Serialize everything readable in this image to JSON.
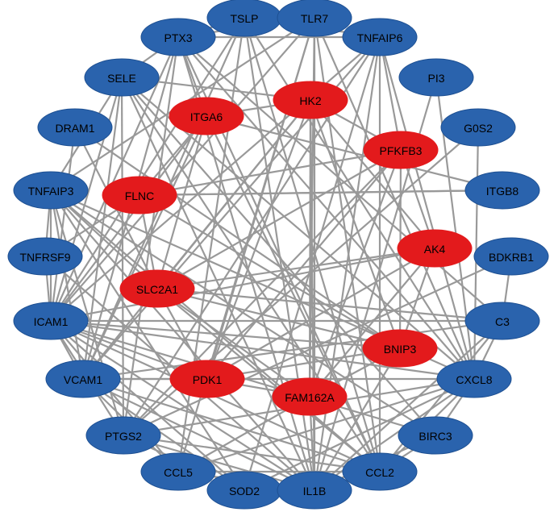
{
  "colors": {
    "hub": "#e31a1c",
    "gene": "#2a63ad",
    "edge": "#999999",
    "border_gene": "#1d4f91"
  },
  "nodes": [
    {
      "id": "TSLP",
      "group": "gene"
    },
    {
      "id": "TLR7",
      "group": "gene"
    },
    {
      "id": "PTX3",
      "group": "gene"
    },
    {
      "id": "TNFAIP6",
      "group": "gene"
    },
    {
      "id": "SELE",
      "group": "gene"
    },
    {
      "id": "PI3",
      "group": "gene"
    },
    {
      "id": "DRAM1",
      "group": "gene"
    },
    {
      "id": "G0S2",
      "group": "gene"
    },
    {
      "id": "TNFAIP3",
      "group": "gene"
    },
    {
      "id": "ITGB8",
      "group": "gene"
    },
    {
      "id": "TNFRSF9",
      "group": "gene"
    },
    {
      "id": "BDKRB1",
      "group": "gene"
    },
    {
      "id": "ICAM1",
      "group": "gene"
    },
    {
      "id": "C3",
      "group": "gene"
    },
    {
      "id": "VCAM1",
      "group": "gene"
    },
    {
      "id": "CXCL8",
      "group": "gene"
    },
    {
      "id": "PTGS2",
      "group": "gene"
    },
    {
      "id": "BIRC3",
      "group": "gene"
    },
    {
      "id": "CCL5",
      "group": "gene"
    },
    {
      "id": "CCL2",
      "group": "gene"
    },
    {
      "id": "SOD2",
      "group": "gene"
    },
    {
      "id": "IL1B",
      "group": "gene"
    },
    {
      "id": "HK2",
      "group": "hub"
    },
    {
      "id": "ITGA6",
      "group": "hub"
    },
    {
      "id": "PFKFB3",
      "group": "hub"
    },
    {
      "id": "FLNC",
      "group": "hub"
    },
    {
      "id": "AK4",
      "group": "hub"
    },
    {
      "id": "SLC2A1",
      "group": "hub"
    },
    {
      "id": "BNIP3",
      "group": "hub"
    },
    {
      "id": "PDK1",
      "group": "hub"
    },
    {
      "id": "FAM162A",
      "group": "hub"
    }
  ],
  "edges": [
    [
      "TSLP",
      "TLR7"
    ],
    [
      "TSLP",
      "PTX3"
    ],
    [
      "TSLP",
      "TNFAIP6"
    ],
    [
      "TSLP",
      "ICAM1"
    ],
    [
      "TSLP",
      "VCAM1"
    ],
    [
      "TSLP",
      "CCL5"
    ],
    [
      "TSLP",
      "CCL2"
    ],
    [
      "TSLP",
      "IL1B"
    ],
    [
      "TSLP",
      "CXCL8"
    ],
    [
      "TLR7",
      "PTX3"
    ],
    [
      "TLR7",
      "ICAM1"
    ],
    [
      "TLR7",
      "CCL5"
    ],
    [
      "TLR7",
      "CCL2"
    ],
    [
      "TLR7",
      "IL1B"
    ],
    [
      "TLR7",
      "CXCL8"
    ],
    [
      "TLR7",
      "TNFAIP3"
    ],
    [
      "PTX3",
      "TNFAIP6"
    ],
    [
      "PTX3",
      "SELE"
    ],
    [
      "PTX3",
      "ICAM1"
    ],
    [
      "PTX3",
      "VCAM1"
    ],
    [
      "PTX3",
      "IL1B"
    ],
    [
      "PTX3",
      "CCL2"
    ],
    [
      "PTX3",
      "CXCL8"
    ],
    [
      "PTX3",
      "PTGS2"
    ],
    [
      "PTX3",
      "C3"
    ],
    [
      "TNFAIP6",
      "ICAM1"
    ],
    [
      "TNFAIP6",
      "IL1B"
    ],
    [
      "TNFAIP6",
      "CCL2"
    ],
    [
      "TNFAIP6",
      "CXCL8"
    ],
    [
      "TNFAIP6",
      "VCAM1"
    ],
    [
      "TNFAIP6",
      "PTGS2"
    ],
    [
      "TNFAIP6",
      "SOD2"
    ],
    [
      "SELE",
      "ICAM1"
    ],
    [
      "SELE",
      "VCAM1"
    ],
    [
      "SELE",
      "CCL2"
    ],
    [
      "SELE",
      "IL1B"
    ],
    [
      "SELE",
      "CXCL8"
    ],
    [
      "SELE",
      "PTGS2"
    ],
    [
      "SELE",
      "TNFAIP3"
    ],
    [
      "SELE",
      "BIRC3"
    ],
    [
      "PI3",
      "CXCL8"
    ],
    [
      "PI3",
      "IL1B"
    ],
    [
      "G0S2",
      "PTGS2"
    ],
    [
      "G0S2",
      "CXCL8"
    ],
    [
      "TNFAIP3",
      "ICAM1"
    ],
    [
      "TNFAIP3",
      "VCAM1"
    ],
    [
      "TNFAIP3",
      "IL1B"
    ],
    [
      "TNFAIP3",
      "CCL2"
    ],
    [
      "TNFAIP3",
      "CXCL8"
    ],
    [
      "TNFAIP3",
      "BIRC3"
    ],
    [
      "TNFAIP3",
      "PTGS2"
    ],
    [
      "TNFAIP3",
      "SOD2"
    ],
    [
      "TNFAIP3",
      "TNFRSF9"
    ],
    [
      "ITGB8",
      "ITGA6"
    ],
    [
      "ITGB8",
      "FLNC"
    ],
    [
      "TNFRSF9",
      "ICAM1"
    ],
    [
      "TNFRSF9",
      "IL1B"
    ],
    [
      "BDKRB1",
      "C3"
    ],
    [
      "BDKRB1",
      "PTGS2"
    ],
    [
      "ICAM1",
      "VCAM1"
    ],
    [
      "ICAM1",
      "IL1B"
    ],
    [
      "ICAM1",
      "CCL2"
    ],
    [
      "ICAM1",
      "CCL5"
    ],
    [
      "ICAM1",
      "CXCL8"
    ],
    [
      "ICAM1",
      "C3"
    ],
    [
      "ICAM1",
      "BIRC3"
    ],
    [
      "ICAM1",
      "SOD2"
    ],
    [
      "ICAM1",
      "PTGS2"
    ],
    [
      "C3",
      "IL1B"
    ],
    [
      "C3",
      "CCL2"
    ],
    [
      "C3",
      "CXCL8"
    ],
    [
      "C3",
      "VCAM1"
    ],
    [
      "VCAM1",
      "IL1B"
    ],
    [
      "VCAM1",
      "CCL2"
    ],
    [
      "VCAM1",
      "CXCL8"
    ],
    [
      "VCAM1",
      "CCL5"
    ],
    [
      "VCAM1",
      "SOD2"
    ],
    [
      "CXCL8",
      "IL1B"
    ],
    [
      "CXCL8",
      "CCL2"
    ],
    [
      "CXCL8",
      "CCL5"
    ],
    [
      "CXCL8",
      "PTGS2"
    ],
    [
      "CXCL8",
      "SOD2"
    ],
    [
      "CXCL8",
      "BIRC3"
    ],
    [
      "PTGS2",
      "IL1B"
    ],
    [
      "PTGS2",
      "CCL2"
    ],
    [
      "PTGS2",
      "SOD2"
    ],
    [
      "BIRC3",
      "IL1B"
    ],
    [
      "BIRC3",
      "CCL2"
    ],
    [
      "CCL5",
      "IL1B"
    ],
    [
      "CCL5",
      "CCL2"
    ],
    [
      "CCL2",
      "IL1B"
    ],
    [
      "SOD2",
      "IL1B"
    ],
    [
      "HK2",
      "SLC2A1"
    ],
    [
      "HK2",
      "PDK1"
    ],
    [
      "HK2",
      "PFKFB3"
    ],
    [
      "HK2",
      "BNIP3"
    ],
    [
      "HK2",
      "AK4"
    ],
    [
      "HK2",
      "FAM162A"
    ],
    [
      "HK2",
      "ITGA6"
    ],
    [
      "HK2",
      "VCAM1"
    ],
    [
      "HK2",
      "SELE"
    ],
    [
      "HK2",
      "IL1B"
    ],
    [
      "ITGA6",
      "FLNC"
    ],
    [
      "ITGA6",
      "ICAM1"
    ],
    [
      "ITGA6",
      "VCAM1"
    ],
    [
      "ITGA6",
      "SLC2A1"
    ],
    [
      "ITGA6",
      "PTX3"
    ],
    [
      "ITGA6",
      "CCL2"
    ],
    [
      "PFKFB3",
      "SLC2A1"
    ],
    [
      "PFKFB3",
      "PDK1"
    ],
    [
      "PFKFB3",
      "BNIP3"
    ],
    [
      "PFKFB3",
      "FAM162A"
    ],
    [
      "PFKFB3",
      "AK4"
    ],
    [
      "PFKFB3",
      "TNFAIP6"
    ],
    [
      "PFKFB3",
      "PTGS2"
    ],
    [
      "PFKFB3",
      "FLNC"
    ],
    [
      "FLNC",
      "ITGB8"
    ],
    [
      "FLNC",
      "SLC2A1"
    ],
    [
      "FLNC",
      "TNFRSF9"
    ],
    [
      "FLNC",
      "BNIP3"
    ],
    [
      "AK4",
      "SLC2A1"
    ],
    [
      "AK4",
      "PDK1"
    ],
    [
      "AK4",
      "BNIP3"
    ],
    [
      "AK4",
      "FAM162A"
    ],
    [
      "AK4",
      "ICAM1"
    ],
    [
      "SLC2A1",
      "PDK1"
    ],
    [
      "SLC2A1",
      "BNIP3"
    ],
    [
      "SLC2A1",
      "FAM162A"
    ],
    [
      "SLC2A1",
      "TNFAIP3"
    ],
    [
      "SLC2A1",
      "C3"
    ],
    [
      "SLC2A1",
      "CCL2"
    ],
    [
      "BNIP3",
      "PDK1"
    ],
    [
      "BNIP3",
      "FAM162A"
    ],
    [
      "BNIP3",
      "ICAM1"
    ],
    [
      "BNIP3",
      "DRAM1"
    ],
    [
      "BNIP3",
      "IL1B"
    ],
    [
      "PDK1",
      "FAM162A"
    ],
    [
      "PDK1",
      "TLR7"
    ],
    [
      "PDK1",
      "ICAM1"
    ],
    [
      "PDK1",
      "VCAM1"
    ],
    [
      "FAM162A",
      "CCL5"
    ],
    [
      "FAM162A",
      "IL1B"
    ],
    [
      "FAM162A",
      "TLR7"
    ],
    [
      "DRAM1",
      "SLC2A1"
    ],
    [
      "DRAM1",
      "ICAM1"
    ]
  ]
}
